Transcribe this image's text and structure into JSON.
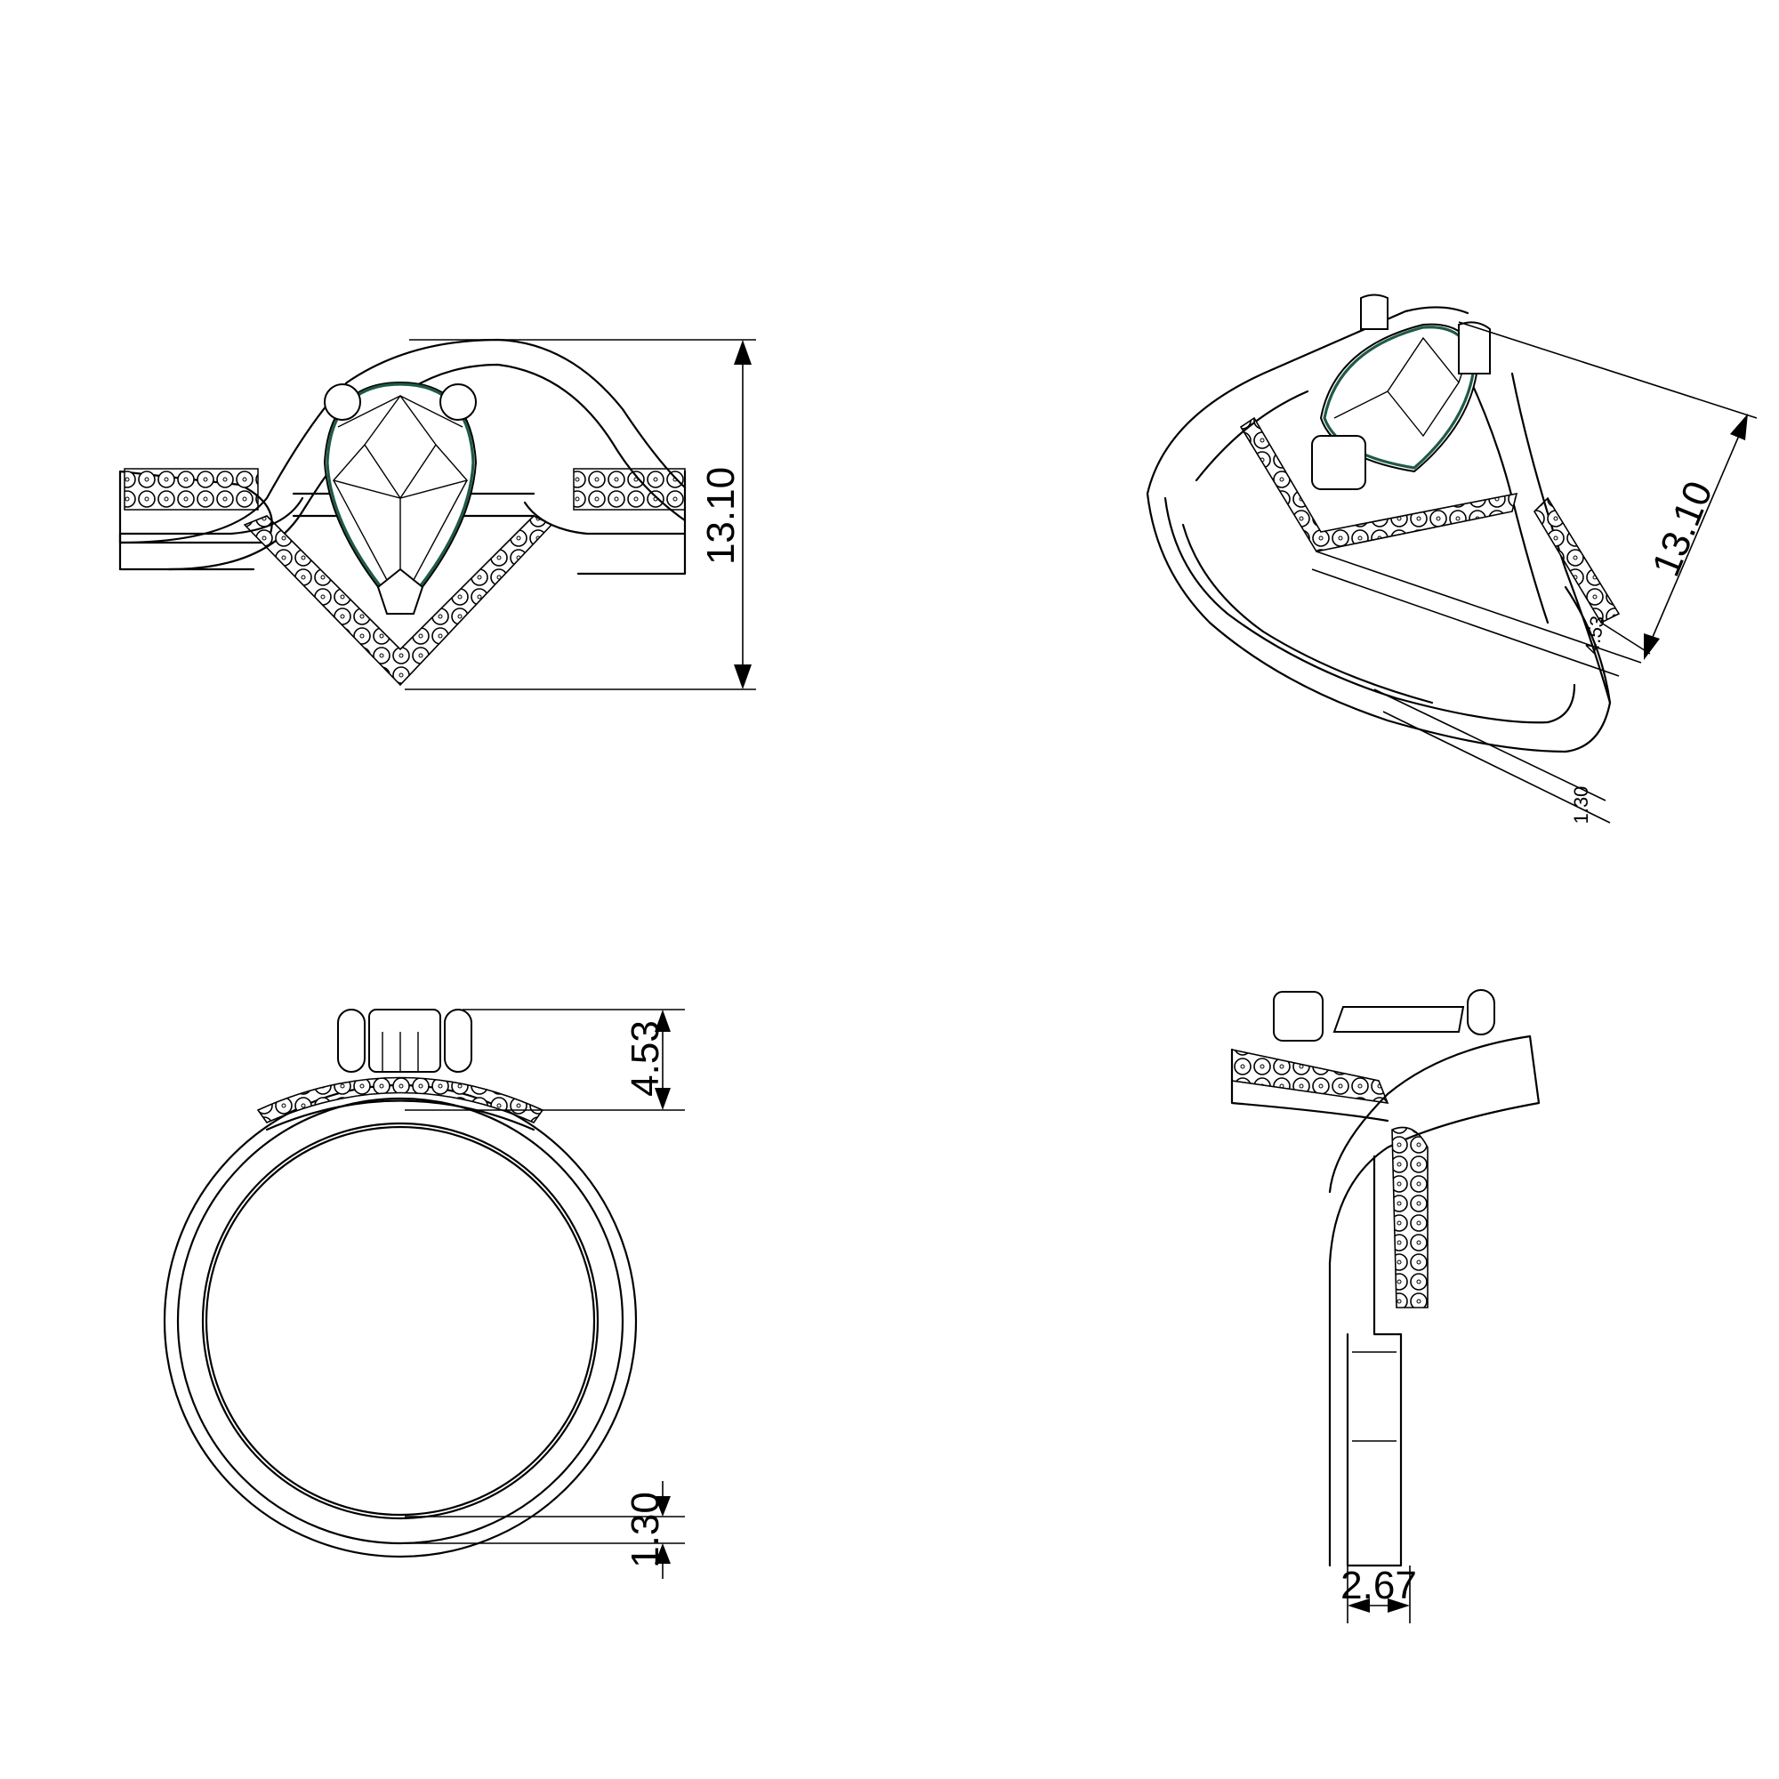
{
  "views": {
    "front": {
      "height_dim": "13.10"
    },
    "perspective": {
      "height_dim": "13.10",
      "head_dim": "4.53",
      "band_dim": "1.30"
    },
    "side_end": {
      "head_dim": "4.53",
      "band_dim": "1.30"
    },
    "side_profile": {
      "width_dim": "2.67"
    }
  },
  "colors": {
    "line": "#000000",
    "gem_outline": "#1f5a47",
    "background": "#ffffff"
  }
}
